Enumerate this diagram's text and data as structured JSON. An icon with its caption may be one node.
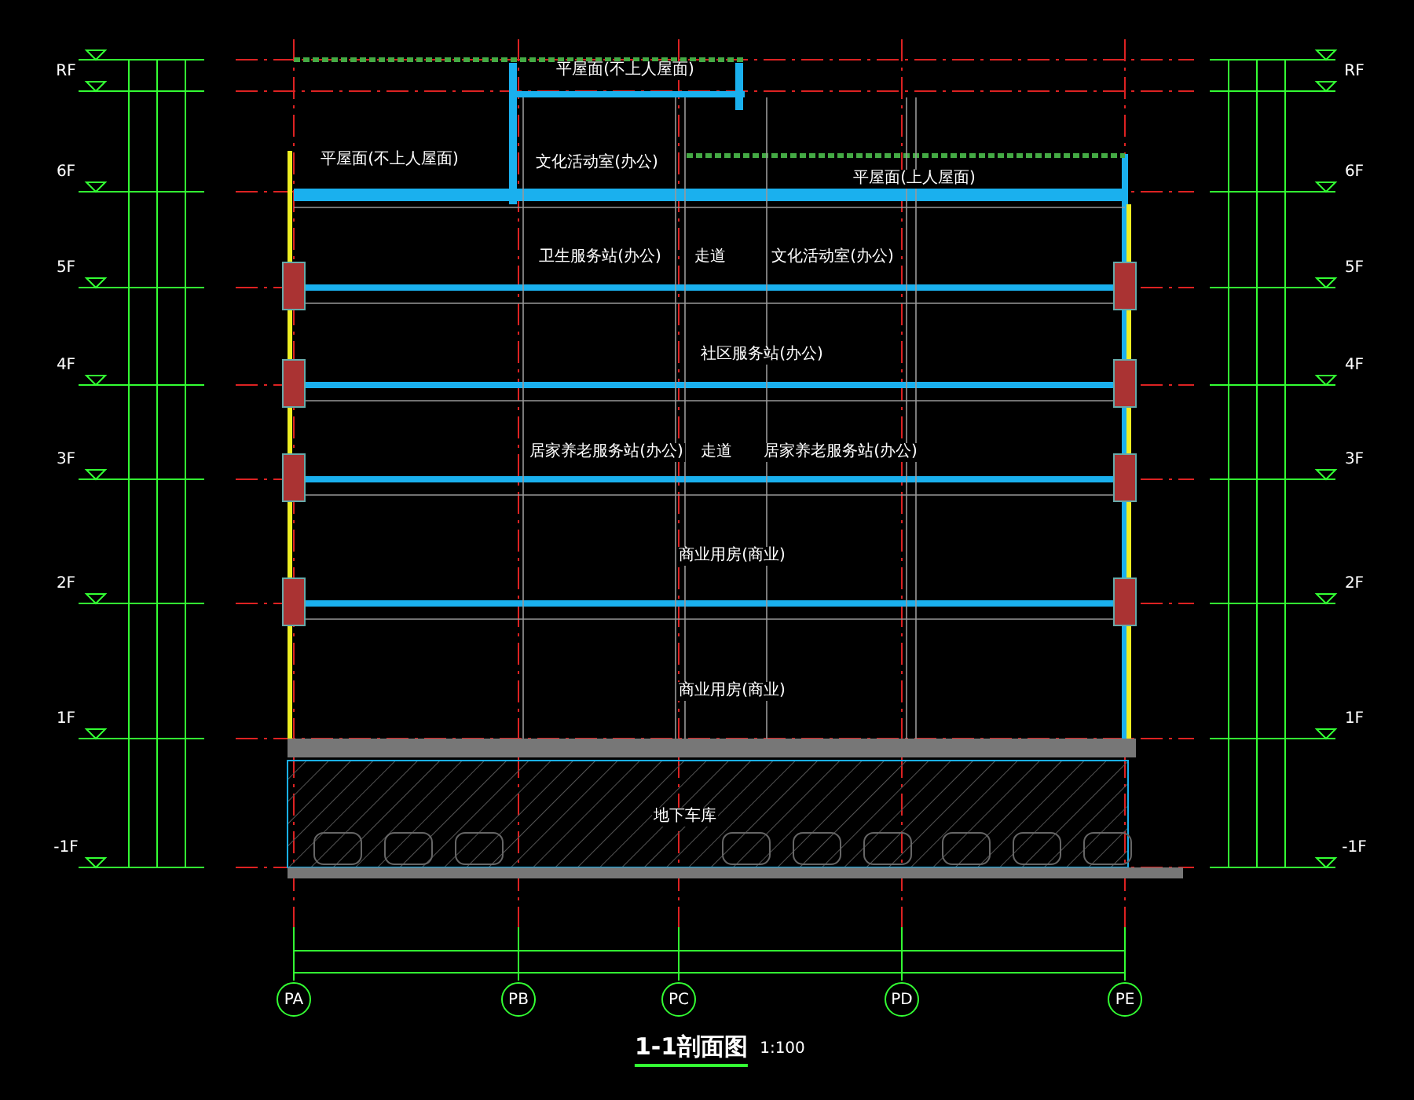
{
  "diagram": {
    "title": "1-1剖面图",
    "nodes": [
      {
        "text": [
          "PA"
        ]
      },
      {
        "text": [
          "PB"
        ]
      },
      {
        "text": [
          "PC"
        ]
      },
      {
        "text": [
          "PD"
        ]
      },
      {
        "text": [
          "PE"
        ]
      }
    ],
    "labels": [
      "平屋面(不上人屋面)",
      "平屋面(不上人屋面)",
      "文化活动室(办公)",
      "平屋面(上人屋面)",
      "卫生服务站(办公)",
      "走道",
      "文化活动室(办公)",
      "社区服务站(办公)",
      "居家养老服务站(办公)",
      "走道",
      "居家养老服务站(办公)",
      "商业用房(商业)",
      "商业用房(商业)",
      "地下车库",
      "RF",
      "6F",
      "5F",
      "4F",
      "3F",
      "2F",
      "1F",
      "-1F",
      "RF",
      "6F",
      "5F",
      "4F",
      "3F",
      "2F",
      "1F",
      "-1F",
      "1:100"
    ]
  }
}
